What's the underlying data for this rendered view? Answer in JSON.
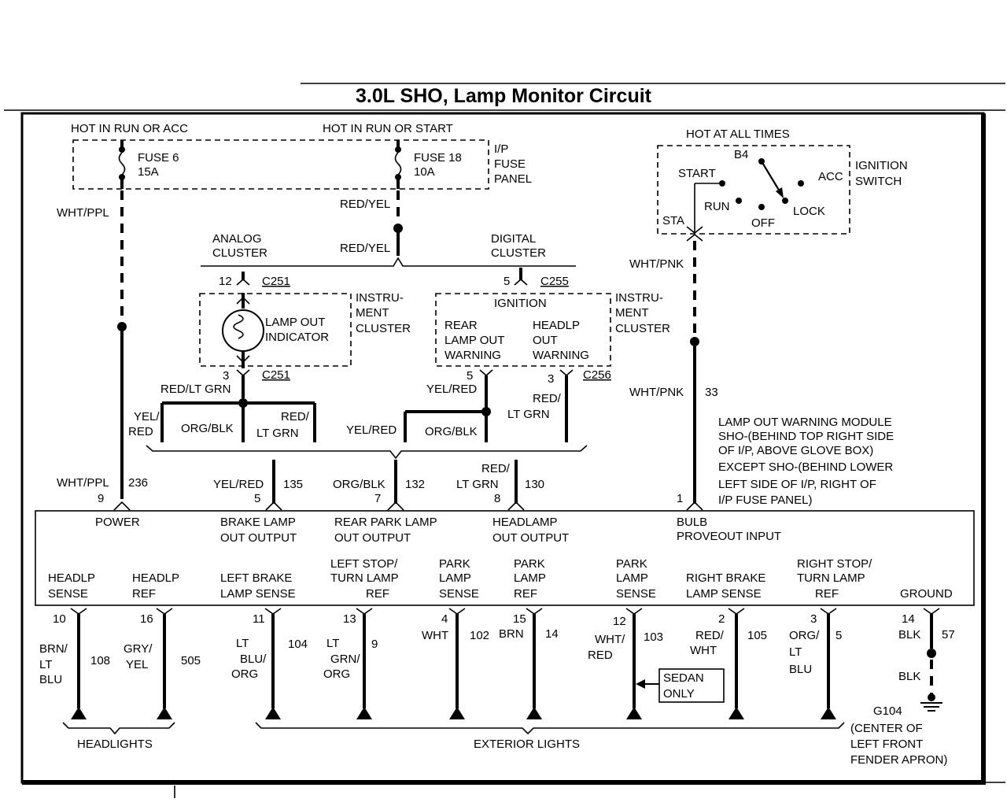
{
  "title": "3.0L SHO, Lamp Monitor Circuit",
  "power": {
    "hot_run_acc": "HOT IN RUN OR ACC",
    "hot_run_start": "HOT IN RUN OR START",
    "hot_all_times": "HOT AT ALL TIMES",
    "fuse6": "FUSE 6",
    "fuse6_amp": "15A",
    "fuse18": "FUSE 18",
    "fuse18_amp": "10A",
    "ip": "I/P",
    "fuse": "FUSE",
    "panel": "PANEL"
  },
  "ignition": {
    "b4": "B4",
    "start": "START",
    "acc": "ACC",
    "run": "RUN",
    "lock": "LOCK",
    "off": "OFF",
    "sta": "STA",
    "ignition": "IGNITION",
    "switch": "SWITCH"
  },
  "wires": {
    "wht_ppl": "WHT/PPL",
    "red_yel": "RED/YEL",
    "red_yel_2": "RED/YEL",
    "wht_pnk": "WHT/PNK",
    "wht_pnk_2": "WHT/PNK",
    "c33": "33",
    "red_lt_grn": "RED/LT GRN",
    "yel_1": "YEL/",
    "red_1": "RED",
    "org_blk_1": "ORG/BLK",
    "red_2": "RED/",
    "lt_grn_2": "LT GRN",
    "yel_red_a": "YEL/RED",
    "red_3": "RED/",
    "lt_grn_3": "LT GRN",
    "yel_red_b": "YEL/RED",
    "org_blk_2": "ORG/BLK",
    "wht_ppl_2": "WHT/PPL",
    "c236": "236",
    "yel_red_c": "YEL/RED",
    "c135": "135",
    "org_blk_3": "ORG/BLK",
    "c132": "132",
    "red_4": "RED/",
    "lt_grn_4": "LT GRN",
    "c130": "130"
  },
  "clusters": {
    "analog1": "ANALOG",
    "analog2": "CLUSTER",
    "digital1": "DIGITAL",
    "digital2": "CLUSTER",
    "pin12": "12",
    "c251": "C251",
    "pin5": "5",
    "c255": "C255",
    "lamp_out": "LAMP OUT",
    "indicator": "INDICATOR",
    "instru1": "INSTRU-",
    "instru2": "MENT",
    "instru3": "CLUSTER",
    "instru1b": "INSTRU-",
    "instru2b": "MENT",
    "instru3b": "CLUSTER",
    "ign": "IGNITION",
    "rear": "REAR",
    "lamp_out2": "LAMP OUT",
    "warning": "WARNING",
    "headlp": "HEADLP",
    "out": "OUT",
    "warning2": "WARNING",
    "pin3": "3",
    "c251b": "C251",
    "pin5b": "5",
    "pin3b": "3",
    "c256": "C256"
  },
  "module": {
    "desc1": "LAMP OUT WARNING MODULE",
    "desc2": "SHO-(BEHIND TOP RIGHT SIDE",
    "desc3": "OF I/P, ABOVE GLOVE BOX)",
    "desc4": "EXCEPT SHO-(BEHIND LOWER",
    "desc5": "LEFT SIDE OF I/P, RIGHT OF",
    "desc6": "I/P FUSE PANEL)",
    "p9": "9",
    "p5": "5",
    "p7": "7",
    "p8": "8",
    "p1": "1",
    "power": "POWER",
    "brake1": "BRAKE LAMP",
    "brake2": "OUT OUTPUT",
    "rpark1": "REAR PARK LAMP",
    "rpark2": "OUT OUTPUT",
    "head1": "HEADLAMP",
    "head2": "OUT OUTPUT",
    "bulb1": "BULB",
    "bulb2": "PROVEOUT INPUT",
    "l1a": "HEADLP",
    "l1b": "SENSE",
    "l2a": "HEADLP",
    "l2b": "REF",
    "l3a": "LEFT BRAKE",
    "l3b": "LAMP SENSE",
    "l4a": "LEFT STOP/",
    "l4b": "TURN LAMP",
    "l4c": "REF",
    "l5a": "PARK",
    "l5b": "LAMP",
    "l5c": "SENSE",
    "l6a": "PARK",
    "l6b": "LAMP",
    "l6c": "REF",
    "l7a": "PARK",
    "l7b": "LAMP",
    "l7c": "SENSE",
    "l8a": "RIGHT BRAKE",
    "l8b": "LAMP SENSE",
    "l9a": "RIGHT STOP/",
    "l9b": "TURN LAMP",
    "l9c": "REF",
    "l10": "GROUND"
  },
  "bottom": {
    "b10": "10",
    "brn": "BRN/",
    "lt_a": "LT",
    "blu_a": "BLU",
    "c108": "108",
    "b16": "16",
    "gry": "GRY/",
    "yel": "YEL",
    "c505": "505",
    "b11": "11",
    "lt_b": "LT",
    "blu_b": "BLU/",
    "org_b": "ORG",
    "c104": "104",
    "b13": "13",
    "lt_c": "LT",
    "grn_c": "GRN/",
    "org_c": "ORG",
    "c9": "9",
    "b4": "4",
    "wht_d": "WHT",
    "c102": "102",
    "b15": "15",
    "brn_e": "BRN",
    "c14": "14",
    "b12": "12",
    "wht_f": "WHT/",
    "red_f": "RED",
    "c103": "103",
    "sedan1": "SEDAN",
    "sedan2": "ONLY",
    "b2": "2",
    "red_g": "RED/",
    "wht_g": "WHT",
    "c105": "105",
    "b3": "3",
    "org_h": "ORG/",
    "lt_h": "LT",
    "blu_h": "BLU",
    "c5": "5",
    "b14": "14",
    "blk1": "BLK",
    "c57": "57",
    "blk2": "BLK",
    "g104": "G104",
    "g104b": "(CENTER OF",
    "g104c": "LEFT FRONT",
    "g104d": "FENDER APRON)",
    "headlights": "HEADLIGHTS",
    "exterior": "EXTERIOR LIGHTS"
  }
}
